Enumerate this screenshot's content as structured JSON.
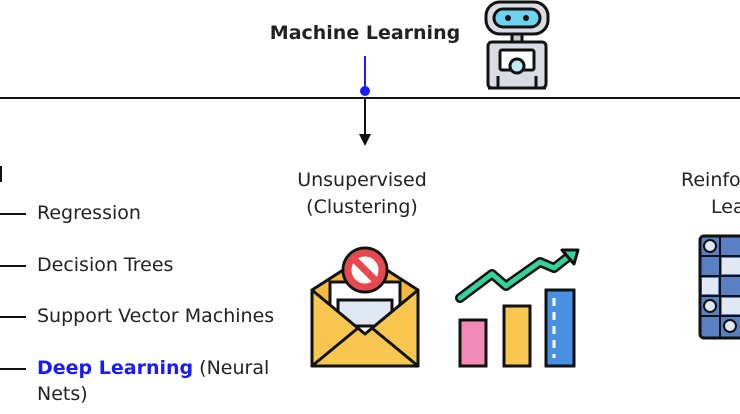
{
  "title": "Machine Learning",
  "supervised_items": [
    {
      "text": "Regression"
    },
    {
      "text": "Decision Trees"
    },
    {
      "text": "Support Vector Machines"
    }
  ],
  "deep_learning": {
    "highlight": "Deep Learning",
    "rest_line1": " (Neural",
    "rest_line2": "Nets)"
  },
  "unsupervised": {
    "line1": "Unsupervised",
    "line2": "(Clustering)"
  },
  "reinforcement": {
    "line1": "Reinfo",
    "line2": "Lea"
  },
  "colors": {
    "accent_blue": "#1a1aff",
    "envelope": "#f9c74f",
    "ban_red": "#e5484d",
    "arrow_green": "#34d399",
    "bar_pink": "#f28ab8",
    "bar_yellow": "#f9c74f",
    "bar_blue": "#4a90e2",
    "grid_blue": "#5a7fc2"
  },
  "icons": [
    "robot-icon",
    "spam-envelope-icon",
    "growth-chart-icon",
    "grid-board-icon"
  ]
}
